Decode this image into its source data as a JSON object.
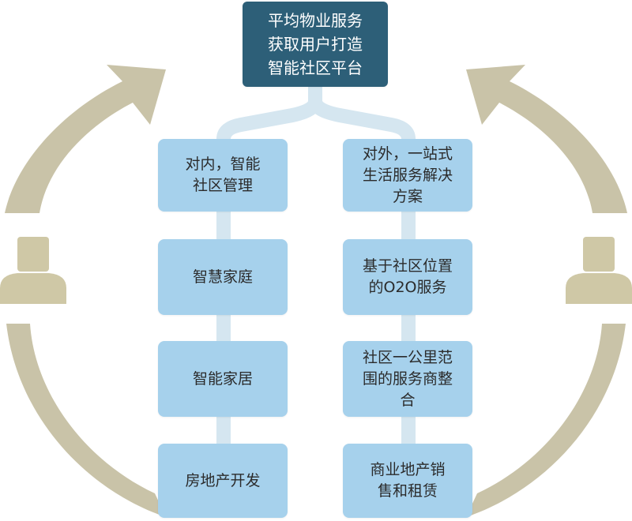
{
  "colors": {
    "top_box": "#2d5f78",
    "box": "#a6d1ec",
    "connector": "#d5e6f0",
    "arrow": "#c9c3a8",
    "person": "#cfc8a6"
  },
  "top": {
    "label": "平均物业服务\n获取用户打造\n智能社区平台"
  },
  "left_column": [
    {
      "label": "对内，智能\n社区管理"
    },
    {
      "label": "智慧家庭"
    },
    {
      "label": "智能家居"
    },
    {
      "label": "房地产开发"
    }
  ],
  "right_column": [
    {
      "label": "对外，一站式\n生活服务解决\n方案"
    },
    {
      "label": "基于社区位置\n的O2O服务"
    },
    {
      "label": "社区一公里范\n围的服务商整\n合"
    },
    {
      "label": "商业地产销\n售和租赁"
    }
  ],
  "icons": {
    "left_person": "person-icon",
    "right_person": "person-icon",
    "arrows": "curved-arrow"
  }
}
